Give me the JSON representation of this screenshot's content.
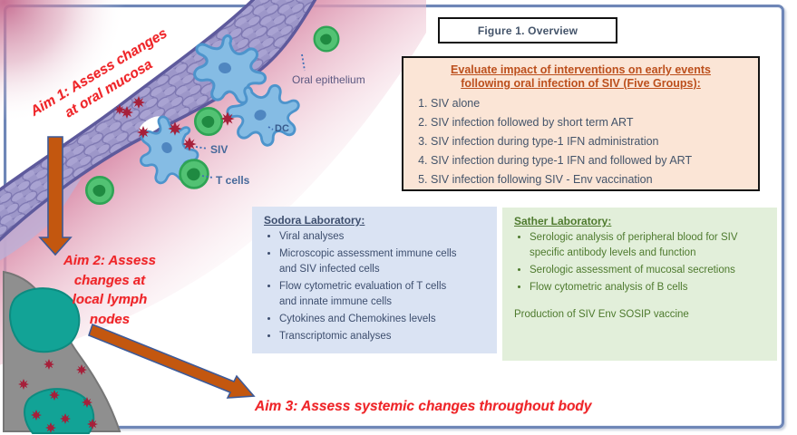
{
  "figure_title": "Figure 1. Overview",
  "groups_box": {
    "heading_line1": "Evaluate impact of interventions on early events",
    "heading_line2": "following oral infection of SIV (Five Groups):",
    "items": [
      "SIV alone",
      "SIV infection followed by short term ART",
      "SIV infection during type-1 IFN administration",
      "SIV infection during type-1 IFN and followed by ART",
      "SIV infection following SIV - Env vaccination"
    ]
  },
  "sodora_box": {
    "heading": "Sodora Laboratory:",
    "items": [
      "Viral analyses",
      "Microscopic assessment immune cells and SIV infected cells",
      "Flow cytometric evaluation of T cells and innate immune cells",
      "Cytokines and Chemokines levels",
      "Transcriptomic analyses"
    ]
  },
  "sather_box": {
    "heading": "Sather Laboratory:",
    "items": [
      "Serologic analysis of peripheral blood for SIV specific antibody levels and function",
      "Serologic assessment of mucosal secretions",
      "Flow cytometric analysis of B cells"
    ],
    "footer": "Production of SIV Env SOSIP vaccine"
  },
  "aims": {
    "aim1": {
      "line1": "Aim 1: Assess changes",
      "line2": "at oral mucosa"
    },
    "aim2": {
      "line1": "Aim 2: Assess",
      "line2": "changes at",
      "line3": "local lymph",
      "line4": "nodes"
    },
    "aim3": "Aim 3: Assess systemic changes throughout body"
  },
  "labels": {
    "oral_epithelium": "Oral epithelium",
    "dc": "DC",
    "siv": "SIV",
    "t_cells": "T cells"
  },
  "colors": {
    "aim_red": "#EE2428",
    "arrow_orange": "#C3570F",
    "groups_heading_orange": "#BC4F1C",
    "body_navy": "#44546A",
    "sather_green": "#4E7A2E",
    "groups_box_bg": "#FBE5D6",
    "sodora_box_bg": "#DAE3F3",
    "sather_box_bg": "#E2EFDA",
    "epithelium_purple": "#9D97C9",
    "t_cell_green": "#52C273",
    "dc_blue": "#85BCE4",
    "siv_crimson": "#A6203A",
    "lymph_node_gray": "#8F8F8F",
    "follicle_teal": "#12A396",
    "outer_border_blue": "#6E86B7"
  }
}
